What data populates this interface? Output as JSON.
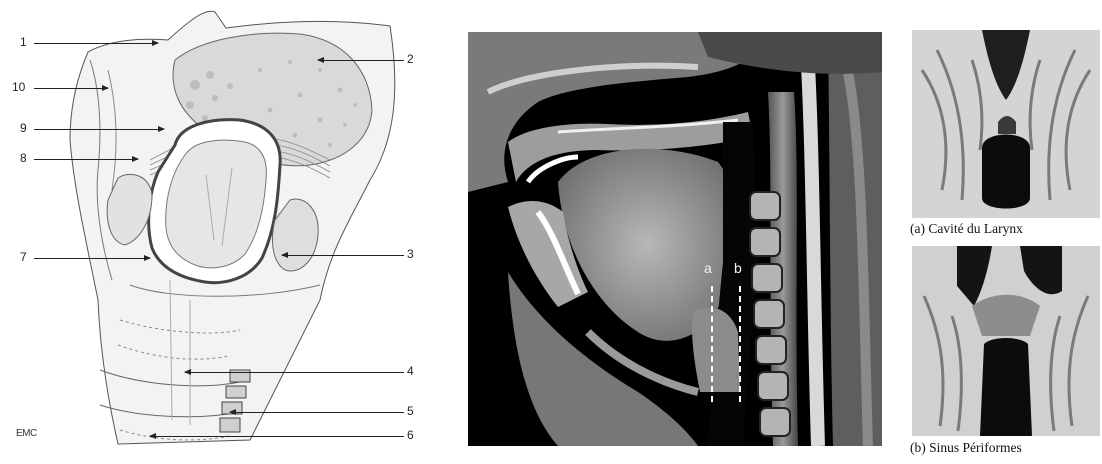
{
  "figure": {
    "left": {
      "logo": "EMC",
      "callouts": [
        "1",
        "2",
        "3",
        "4",
        "5",
        "6",
        "7",
        "8",
        "9",
        "10"
      ]
    },
    "center": {
      "marker_a": "a",
      "marker_b": "b"
    },
    "right": {
      "caption_a": "(a) Cavité du Larynx",
      "caption_b": "(b) Sinus Périformes"
    }
  }
}
